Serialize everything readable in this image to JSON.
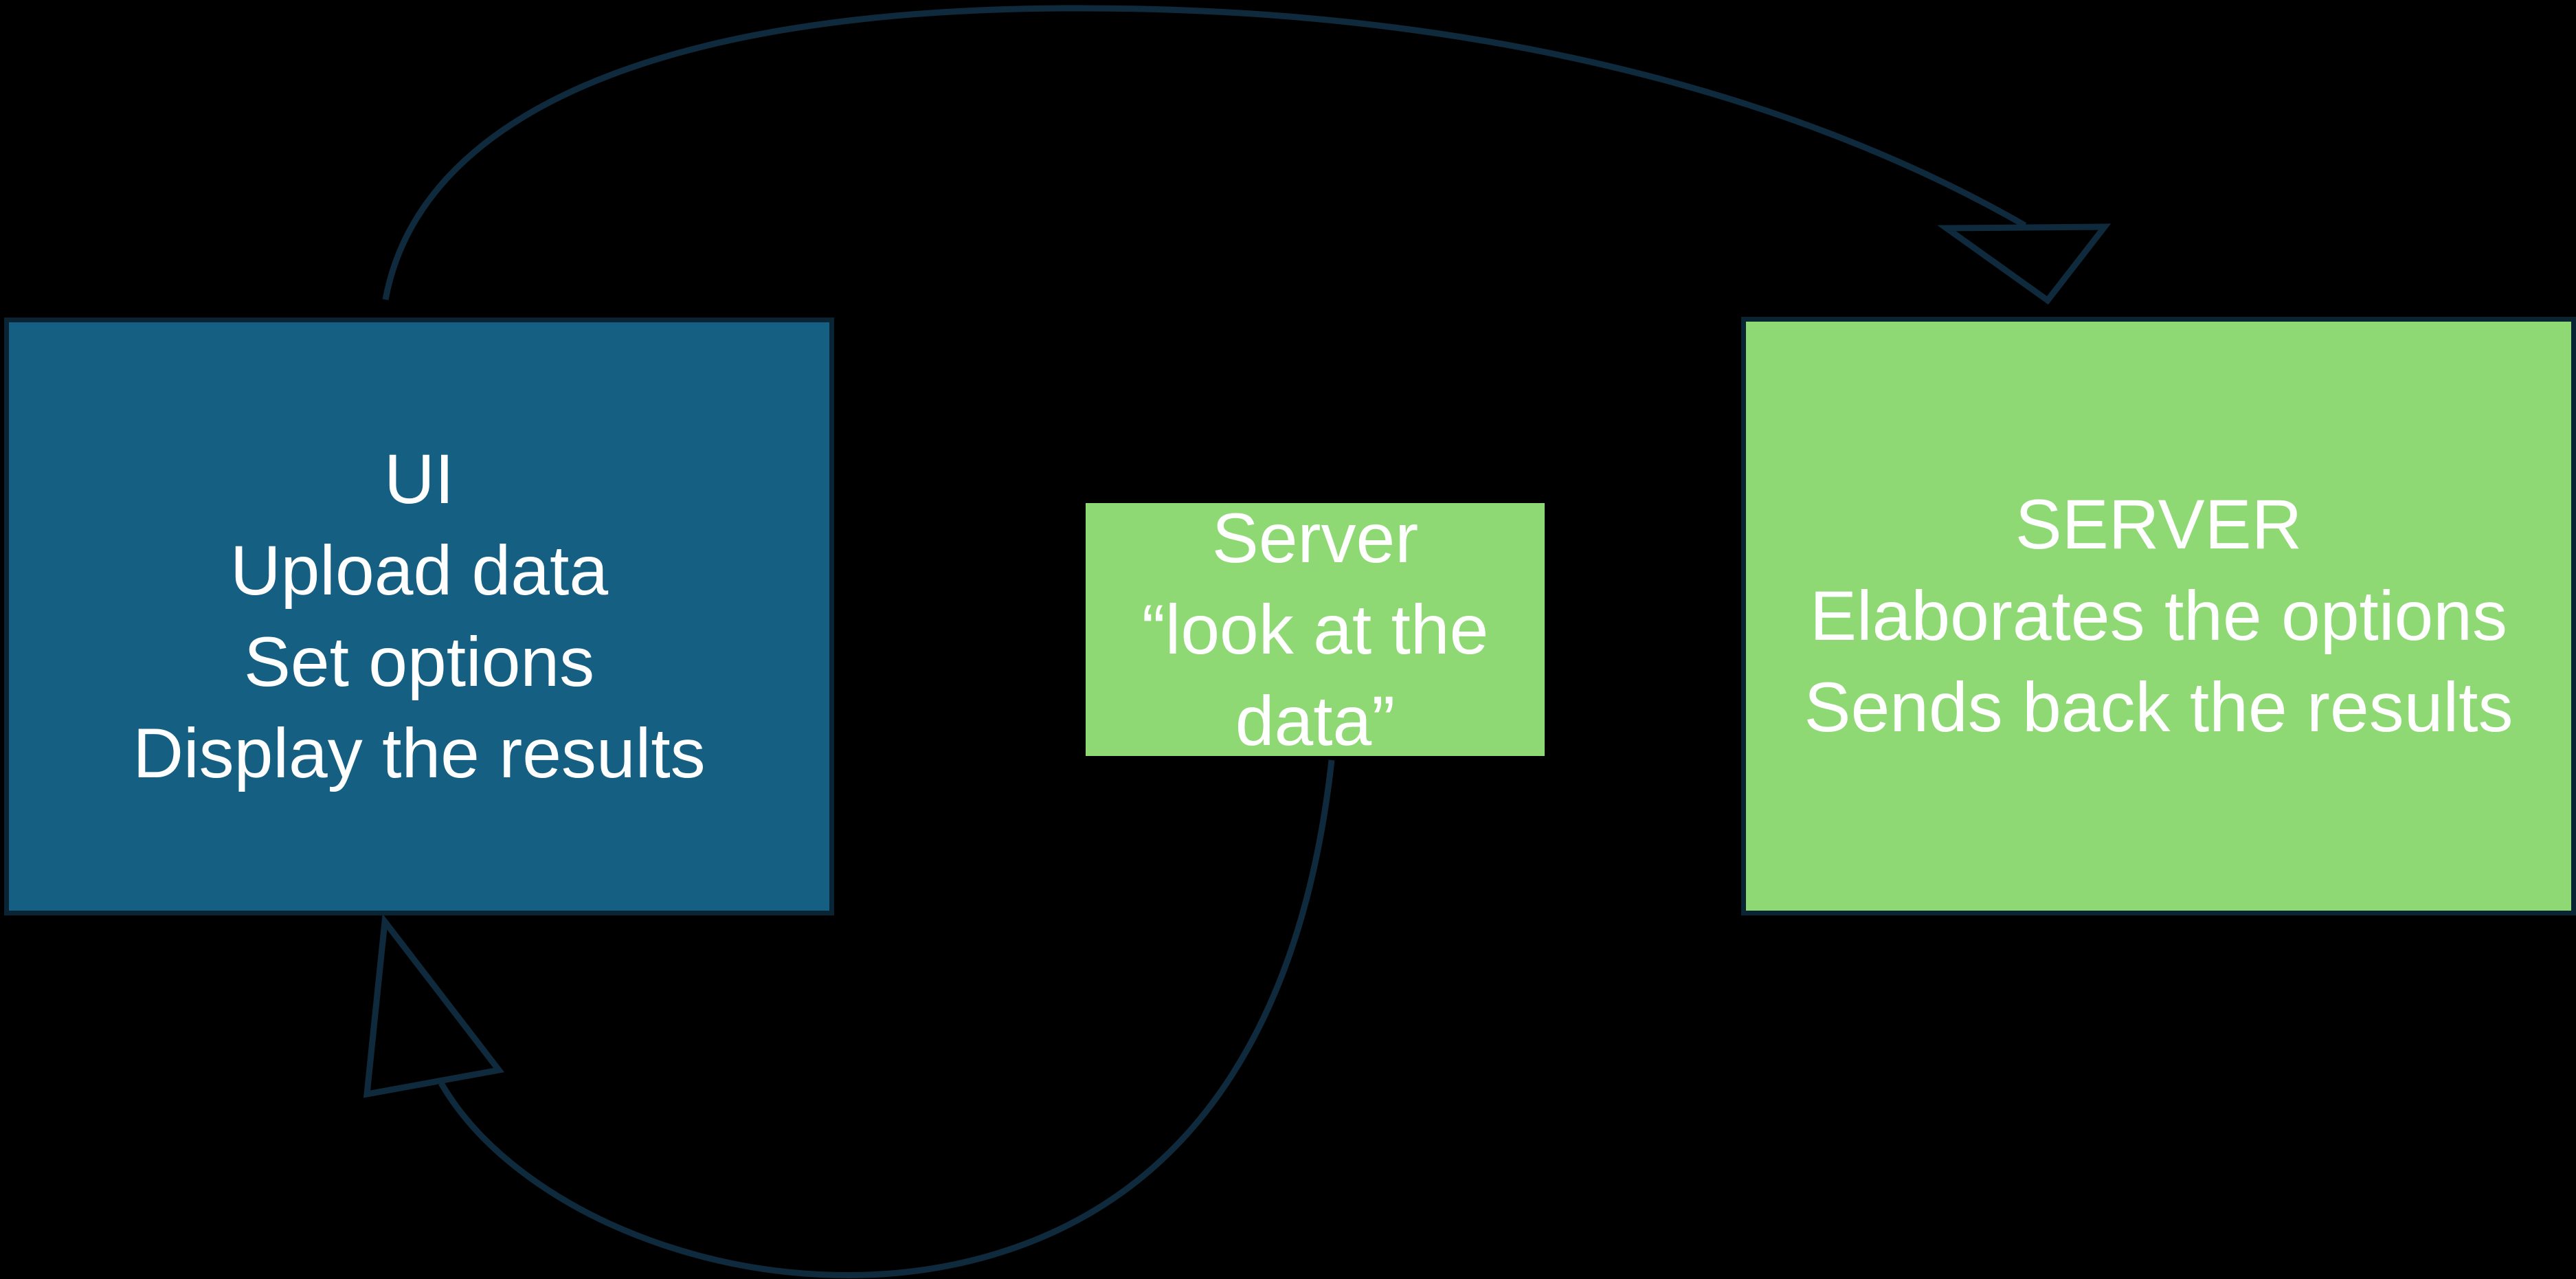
{
  "diagram": {
    "background": "#000000",
    "colors": {
      "teal": "#156082",
      "green": "#8ED973",
      "navy": "#0E2A3C",
      "border": "#0B2433",
      "text": "#FFFFFF"
    },
    "boxes": {
      "ui": {
        "lines": {
          "0": "UI",
          "1": "Upload data",
          "2": "Set options",
          "3": "Display the results"
        }
      },
      "server_note": {
        "lines": {
          "0": "Server",
          "1": "“look at the",
          "2": "data”"
        }
      },
      "server": {
        "lines": {
          "0": "SERVER",
          "1": "Elaborates the options",
          "2": "Sends back the results"
        }
      }
    },
    "arrows": {
      "ui_to_server": {
        "from": "UI",
        "to": "SERVER",
        "style": "curved, open triangle arrowhead"
      },
      "server_to_ui": {
        "from": "Server “look at the data”",
        "to": "UI",
        "style": "curved, open triangle arrowhead"
      }
    }
  }
}
